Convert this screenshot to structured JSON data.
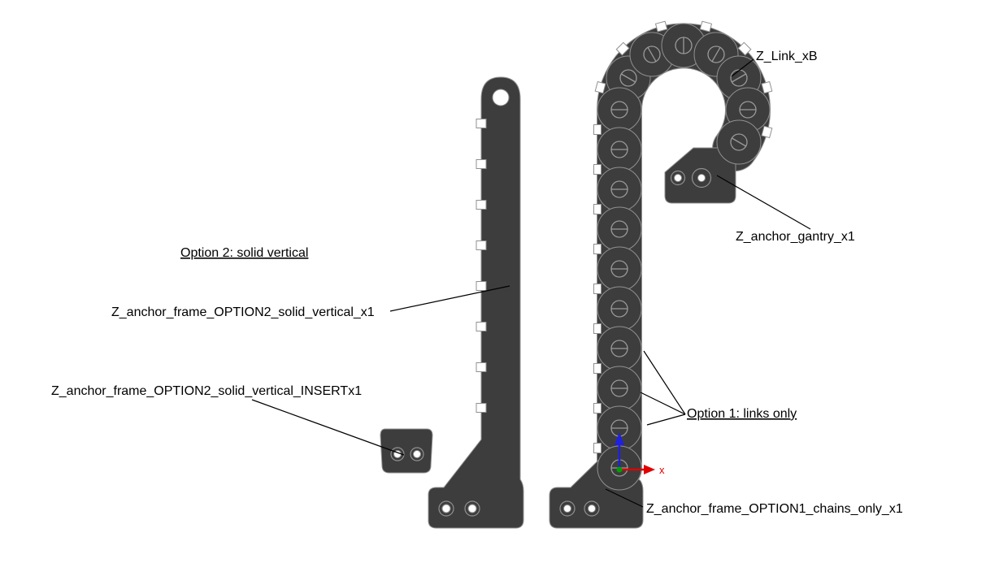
{
  "annotations": {
    "z_link": "Z_Link_xB",
    "z_anchor_gantry": "Z_anchor_gantry_x1",
    "option2_heading": "Option 2: solid vertical",
    "option2_vertical": "Z_anchor_frame_OPTION2_solid_vertical_x1",
    "option2_insert": "Z_anchor_frame_OPTION2_solid_vertical_INSERTx1",
    "option1_heading": "Option 1: links only",
    "option1_anchor": "Z_anchor_frame_OPTION1_chains_only_x1"
  },
  "axes": {
    "x_label": "x"
  },
  "colors": {
    "part": "#3d3d3d",
    "outline": "#909090",
    "background": "#ffffff",
    "annotation": "#000000",
    "axis_x": "#e00000",
    "axis_z": "#2020e0",
    "axis_origin": "#00a000"
  }
}
